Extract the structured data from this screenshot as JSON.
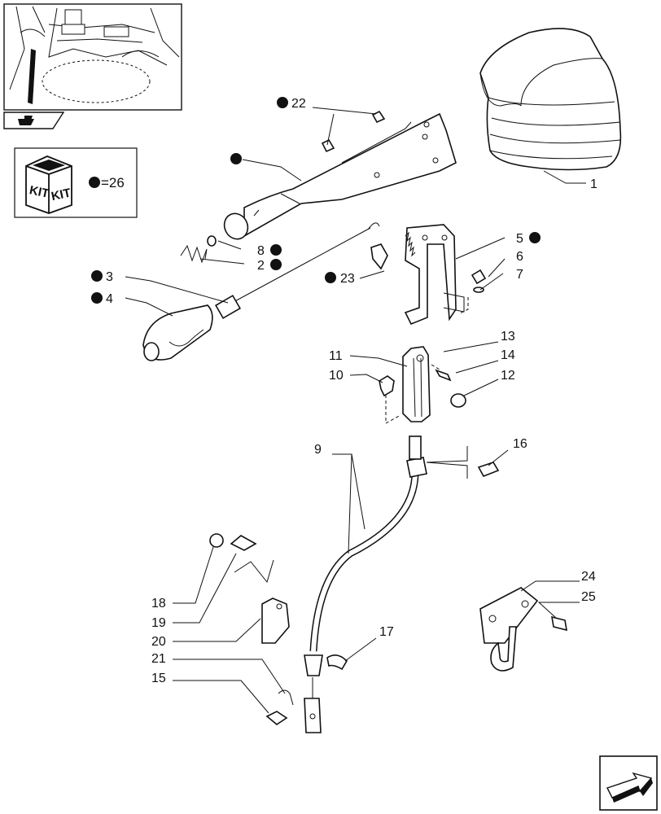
{
  "diagram": {
    "kit": {
      "words": [
        "KIT",
        "KIT"
      ],
      "equals_text": "=26"
    },
    "callouts": [
      {
        "id": "c22",
        "text": "22",
        "bullet": true
      },
      {
        "id": "c-lever",
        "text": "",
        "bullet": true
      },
      {
        "id": "c8",
        "text": "8",
        "bullet": true
      },
      {
        "id": "c2",
        "text": "2",
        "bullet": true
      },
      {
        "id": "c3",
        "text": "3",
        "bullet": true
      },
      {
        "id": "c4",
        "text": "4",
        "bullet": true
      },
      {
        "id": "c23",
        "text": "23",
        "bullet": true
      },
      {
        "id": "c5",
        "text": "5",
        "bullet": true
      },
      {
        "id": "c6",
        "text": "6",
        "bullet": false
      },
      {
        "id": "c7",
        "text": "7",
        "bullet": false
      },
      {
        "id": "c1",
        "text": "1",
        "bullet": false
      },
      {
        "id": "c13",
        "text": "13",
        "bullet": false
      },
      {
        "id": "c11",
        "text": "11",
        "bullet": false
      },
      {
        "id": "c14",
        "text": "14",
        "bullet": false
      },
      {
        "id": "c10",
        "text": "10",
        "bullet": false
      },
      {
        "id": "c12",
        "text": "12",
        "bullet": false
      },
      {
        "id": "c9",
        "text": "9",
        "bullet": false
      },
      {
        "id": "c16",
        "text": "16",
        "bullet": false
      },
      {
        "id": "c18",
        "text": "18",
        "bullet": false
      },
      {
        "id": "c19",
        "text": "19",
        "bullet": false
      },
      {
        "id": "c20",
        "text": "20",
        "bullet": false
      },
      {
        "id": "c24",
        "text": "24",
        "bullet": false
      },
      {
        "id": "c25",
        "text": "25",
        "bullet": false
      },
      {
        "id": "c17",
        "text": "17",
        "bullet": false
      },
      {
        "id": "c21",
        "text": "21",
        "bullet": false
      },
      {
        "id": "c15",
        "text": "15",
        "bullet": false
      }
    ]
  }
}
